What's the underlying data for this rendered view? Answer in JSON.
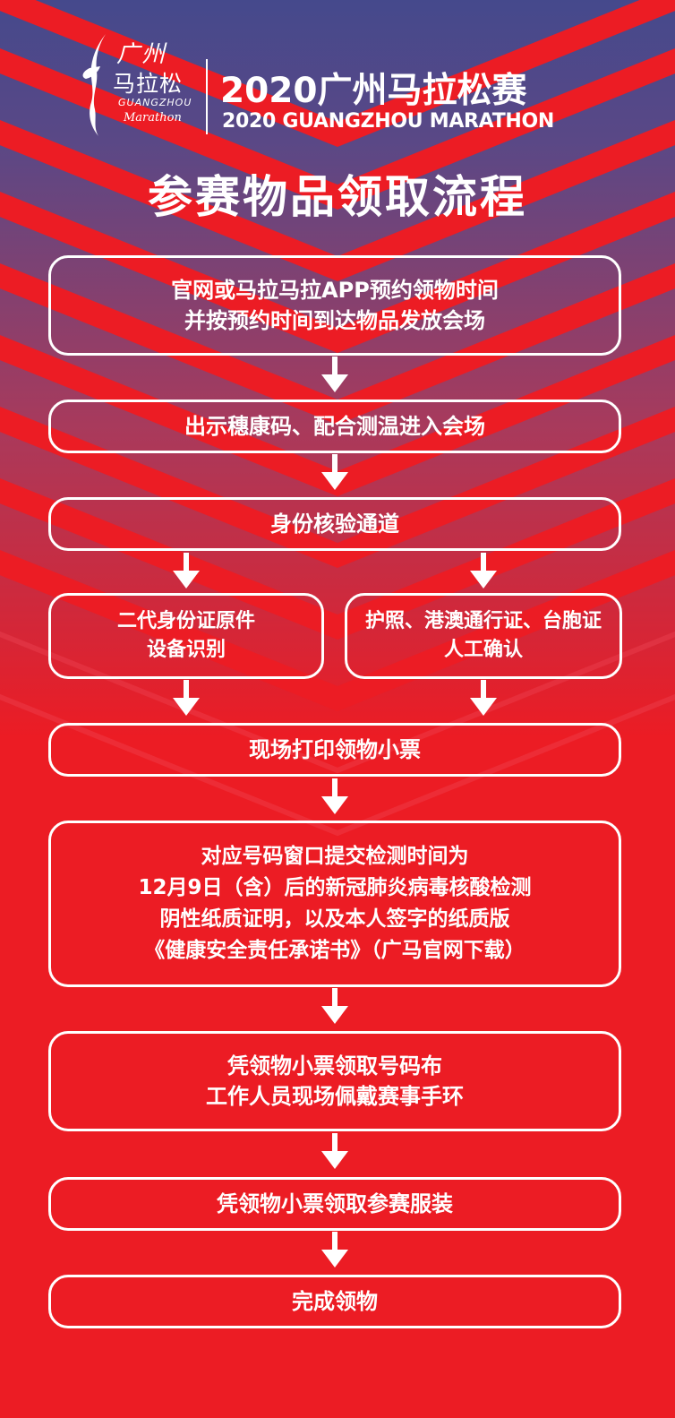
{
  "colors": {
    "background_red": "#ec1c24",
    "top_purple": "#4b4a8a",
    "chevron_red": "#ec1c24",
    "text": "#ffffff"
  },
  "header": {
    "logo": {
      "cn_line1": "广州",
      "cn_line2": "马拉松",
      "en_line1": "GUANGZHOU",
      "en_line2": "Marathon"
    },
    "title_cn": "2020广州马拉松赛",
    "title_en": "2020 GUANGZHOU MARATHON"
  },
  "heading": "参赛物品领取流程",
  "steps": {
    "step1": [
      "官网或马拉马拉APP预约领物时间",
      "并按预约时间到达物品发放会场"
    ],
    "step2": [
      "出示穗康码、配合测温进入会场"
    ],
    "step3": [
      "身份核验通道"
    ],
    "step4_left": [
      "二代身份证原件",
      "设备识别"
    ],
    "step4_right": [
      "护照、港澳通行证、台胞证",
      "人工确认"
    ],
    "step5": [
      "现场打印领物小票"
    ],
    "step6": [
      "对应号码窗口提交检测时间为",
      "12月9日（含）后的新冠肺炎病毒核酸检测",
      "阴性纸质证明，以及本人签字的纸质版",
      "《健康安全责任承诺书》（广马官网下载）"
    ],
    "step7": [
      "凭领物小票领取号码布",
      "工作人员现场佩戴赛事手环"
    ],
    "step8": [
      "凭领物小票领取参赛服装"
    ],
    "step9": [
      "完成领物"
    ]
  },
  "icons": {
    "logo_mark": "runner-flame-logo",
    "arrows": "down-arrow-icon"
  }
}
